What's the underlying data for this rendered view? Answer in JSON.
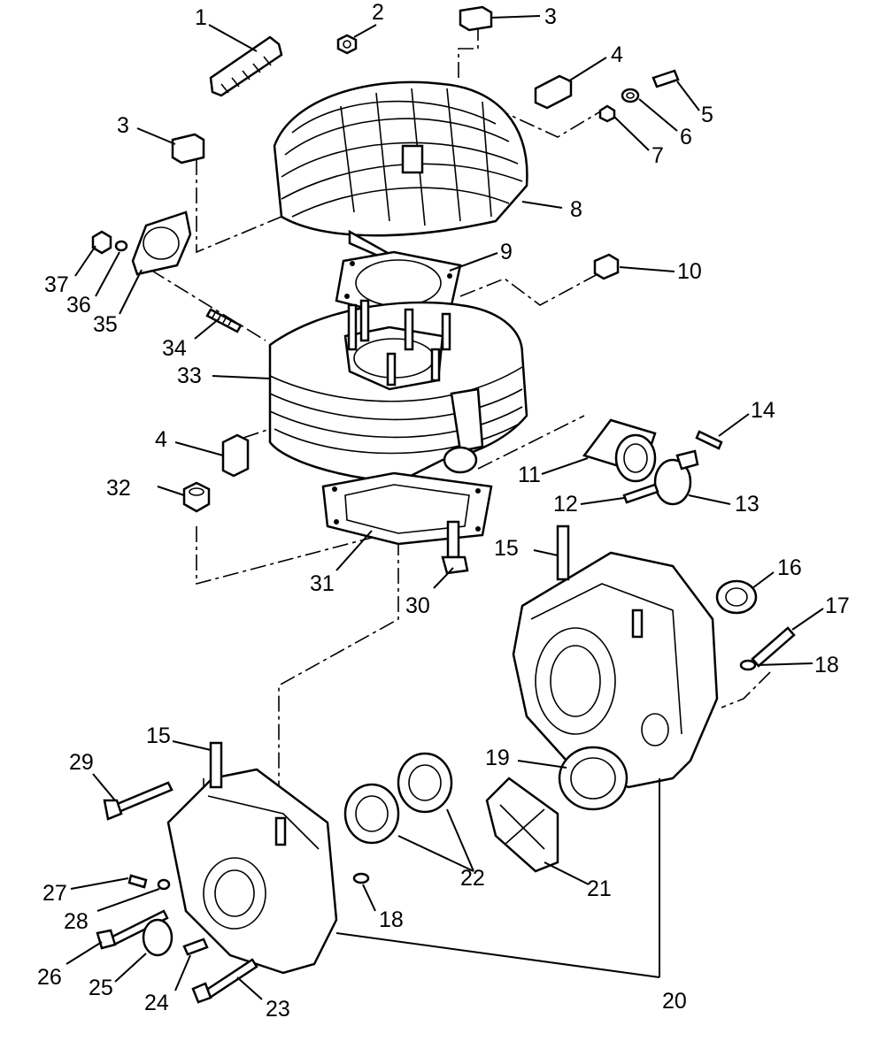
{
  "diagram": {
    "callouts": [
      {
        "id": "c1",
        "text": "1"
      },
      {
        "id": "c2",
        "text": "2"
      },
      {
        "id": "c3a",
        "text": "3"
      },
      {
        "id": "c3b",
        "text": "3"
      },
      {
        "id": "c4a",
        "text": "4"
      },
      {
        "id": "c4b",
        "text": "4"
      },
      {
        "id": "c5",
        "text": "5"
      },
      {
        "id": "c6",
        "text": "6"
      },
      {
        "id": "c7",
        "text": "7"
      },
      {
        "id": "c8",
        "text": "8"
      },
      {
        "id": "c9",
        "text": "9"
      },
      {
        "id": "c10",
        "text": "10"
      },
      {
        "id": "c11",
        "text": "11"
      },
      {
        "id": "c12",
        "text": "12"
      },
      {
        "id": "c13",
        "text": "13"
      },
      {
        "id": "c14",
        "text": "14"
      },
      {
        "id": "c15a",
        "text": "15"
      },
      {
        "id": "c15b",
        "text": "15"
      },
      {
        "id": "c16",
        "text": "16"
      },
      {
        "id": "c17",
        "text": "17"
      },
      {
        "id": "c18a",
        "text": "18"
      },
      {
        "id": "c18b",
        "text": "18"
      },
      {
        "id": "c19",
        "text": "19"
      },
      {
        "id": "c20",
        "text": "20"
      },
      {
        "id": "c21",
        "text": "21"
      },
      {
        "id": "c22",
        "text": "22"
      },
      {
        "id": "c23",
        "text": "23"
      },
      {
        "id": "c24",
        "text": "24"
      },
      {
        "id": "c25",
        "text": "25"
      },
      {
        "id": "c26",
        "text": "26"
      },
      {
        "id": "c27",
        "text": "27"
      },
      {
        "id": "c28",
        "text": "28"
      },
      {
        "id": "c29",
        "text": "29"
      },
      {
        "id": "c30",
        "text": "30"
      },
      {
        "id": "c31",
        "text": "31"
      },
      {
        "id": "c32",
        "text": "32"
      },
      {
        "id": "c33",
        "text": "33"
      },
      {
        "id": "c34",
        "text": "34"
      },
      {
        "id": "c35",
        "text": "35"
      },
      {
        "id": "c36",
        "text": "36"
      },
      {
        "id": "c37",
        "text": "37"
      }
    ]
  }
}
